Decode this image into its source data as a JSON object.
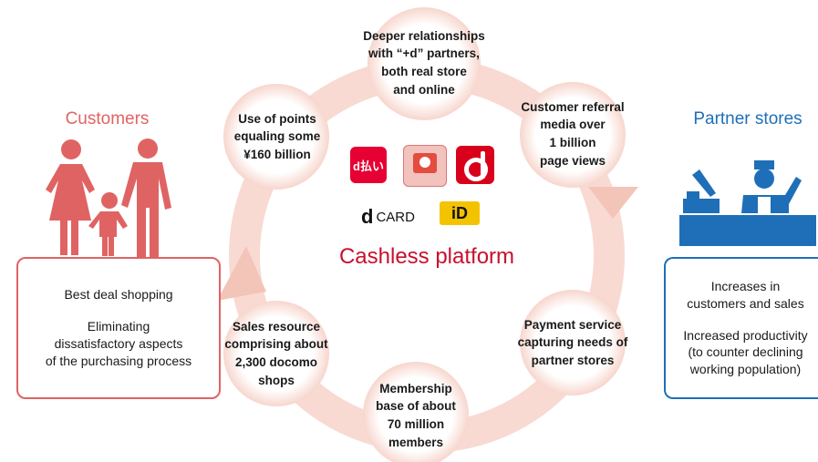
{
  "colors": {
    "customers_accent": "#e06363",
    "partner_accent": "#1f6fb8",
    "ring": "#f6d5cc",
    "center_title": "#c8102e"
  },
  "customers": {
    "title": "Customers",
    "icon": "family-icon",
    "box_lines": [
      "Best deal shopping",
      "Eliminating\ndissatisfactory aspects\nof the purchasing process"
    ]
  },
  "partner_stores": {
    "title": "Partner stores",
    "icon": "store-clerk-icon",
    "box_lines": [
      "Increases in\ncustomers and sales",
      "Increased productivity\n(to counter declining\nworking population)"
    ]
  },
  "center": {
    "title": "Cashless platform",
    "logos": [
      "d-barai-logo",
      "docomo-point-card-logo",
      "d-point-logo",
      "dcard-logo",
      "id-logo"
    ],
    "d_barai_text": "d払い",
    "dcard_text": "CARD",
    "id_text": "iD"
  },
  "cycle_nodes": [
    {
      "id": "relationships",
      "text": "Deeper relationships\nwith “+d” partners,\nboth real store\nand online"
    },
    {
      "id": "referral",
      "text": "Customer referral\nmedia over\n1 billion\npage views"
    },
    {
      "id": "payment",
      "text": "Payment service\ncapturing needs of\npartner stores"
    },
    {
      "id": "membership",
      "text": "Membership\nbase of about\n70 million\nmembers"
    },
    {
      "id": "sales",
      "text": "Sales resource\ncomprising about\n2,300 docomo\nshops"
    },
    {
      "id": "points",
      "text": "Use of points\nequaling some\n¥160 billion"
    }
  ]
}
